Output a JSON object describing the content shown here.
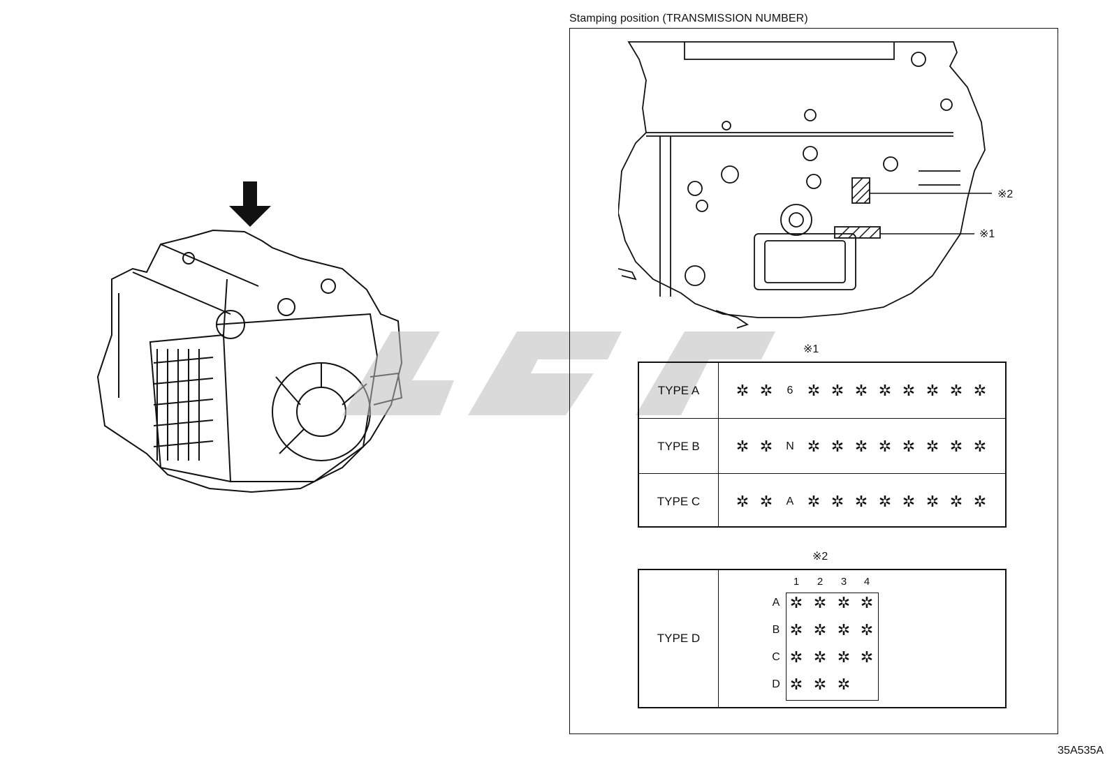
{
  "header": {
    "stamp_title": "Stamping position (TRANSMISSION NUMBER)"
  },
  "callouts": {
    "mark1": "※1",
    "mark2": "※2"
  },
  "table1": {
    "rows": [
      {
        "label": "TYPE A",
        "digits": [
          "✲",
          "✲",
          "6",
          "✲",
          "✲",
          "✲",
          "✲",
          "✲",
          "✲",
          "✲",
          "✲"
        ]
      },
      {
        "label": "TYPE B",
        "digits": [
          "✲",
          "✲",
          "N",
          "✲",
          "✲",
          "✲",
          "✲",
          "✲",
          "✲",
          "✲",
          "✲"
        ]
      },
      {
        "label": "TYPE C",
        "digits": [
          "✲",
          "✲",
          "A",
          "✲",
          "✲",
          "✲",
          "✲",
          "✲",
          "✲",
          "✲",
          "✲"
        ]
      }
    ]
  },
  "table2": {
    "label": "TYPE D",
    "columns": [
      "1",
      "2",
      "3",
      "4"
    ],
    "rows": [
      {
        "label": "A",
        "cells": [
          "✲",
          "✲",
          "✲",
          "✲"
        ]
      },
      {
        "label": "B",
        "cells": [
          "✲",
          "✲",
          "✲",
          "✲"
        ]
      },
      {
        "label": "C",
        "cells": [
          "✲",
          "✲",
          "✲",
          "✲"
        ]
      },
      {
        "label": "D",
        "cells": [
          "✲",
          "✲",
          "✲"
        ]
      }
    ]
  },
  "figure_id": "35A535A",
  "colors": {
    "ink": "#111111",
    "watermark": "#bdbdbd"
  }
}
